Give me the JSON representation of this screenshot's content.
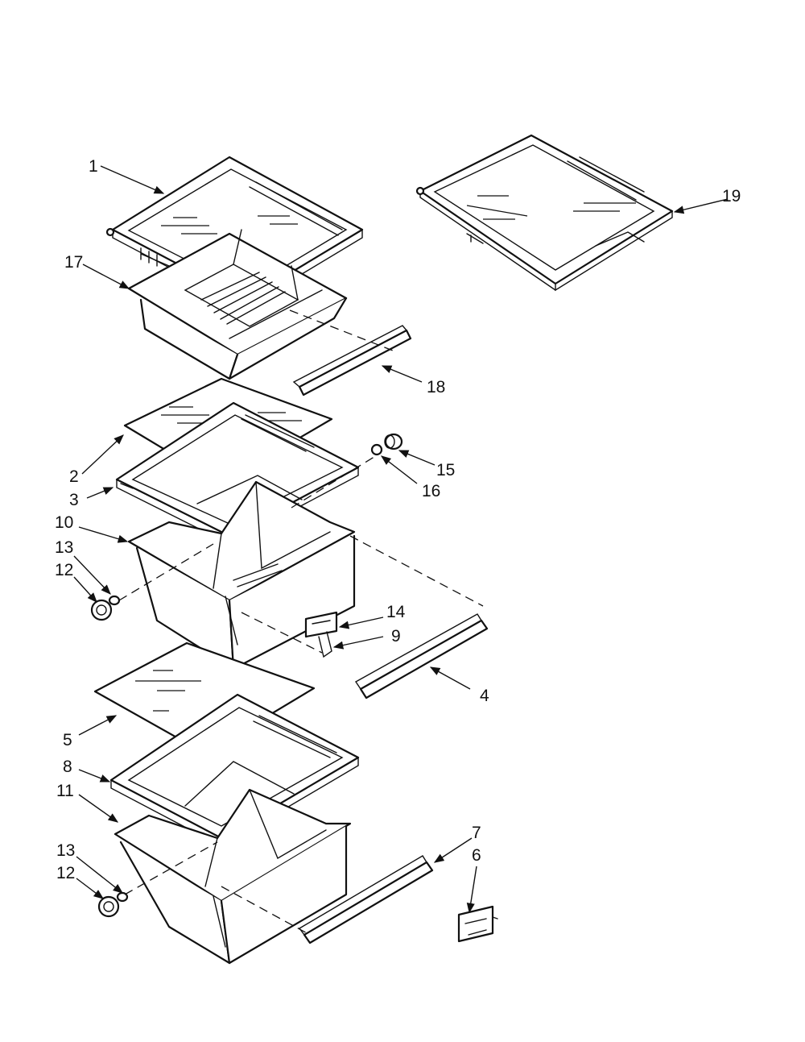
{
  "diagram": {
    "callouts": [
      "1",
      "2",
      "3",
      "4",
      "5",
      "6",
      "7",
      "8",
      "9",
      "10",
      "11",
      "12",
      "12",
      "13",
      "13",
      "14",
      "15",
      "16",
      "17",
      "18",
      "19"
    ]
  },
  "colors": {
    "ink": "#111111",
    "paper": "#ffffff"
  }
}
